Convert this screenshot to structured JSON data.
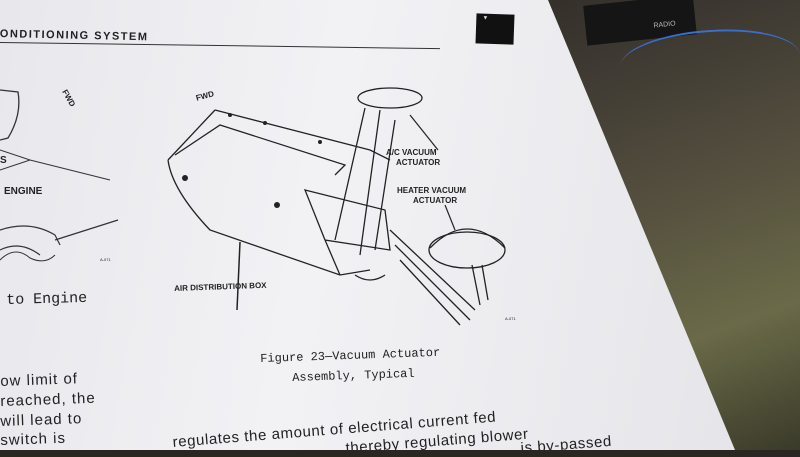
{
  "header": {
    "title": "ONDITIONING SYSTEM",
    "tab_text": "▼"
  },
  "background": {
    "radio_label": "RADIO"
  },
  "left_figure": {
    "labels": {
      "fwd": "FWD",
      "s": "S",
      "engine": "ENGINE",
      "ref": "A-071"
    },
    "caption_fragment": "to Engine"
  },
  "figure": {
    "labels": {
      "fwd": "FWD",
      "ac_actuator_1": "A/C VACUUM",
      "ac_actuator_2": "ACTUATOR",
      "heater_actuator_1": "HEATER VACUUM",
      "heater_actuator_2": "ACTUATOR",
      "air_box": "AIR DISTRIBUTION BOX",
      "ref": "A-071"
    },
    "caption_line1": "Figure 23—Vacuum Actuator",
    "caption_line2": "Assembly, Typical"
  },
  "body_left": [
    "ow  limit  of",
    "reached, the",
    "will  lead  to",
    "switch  is"
  ],
  "body_right": [
    "regulates the amount of electrical current fed",
    "thereby  regulating  blower",
    "is  by-passed"
  ]
}
